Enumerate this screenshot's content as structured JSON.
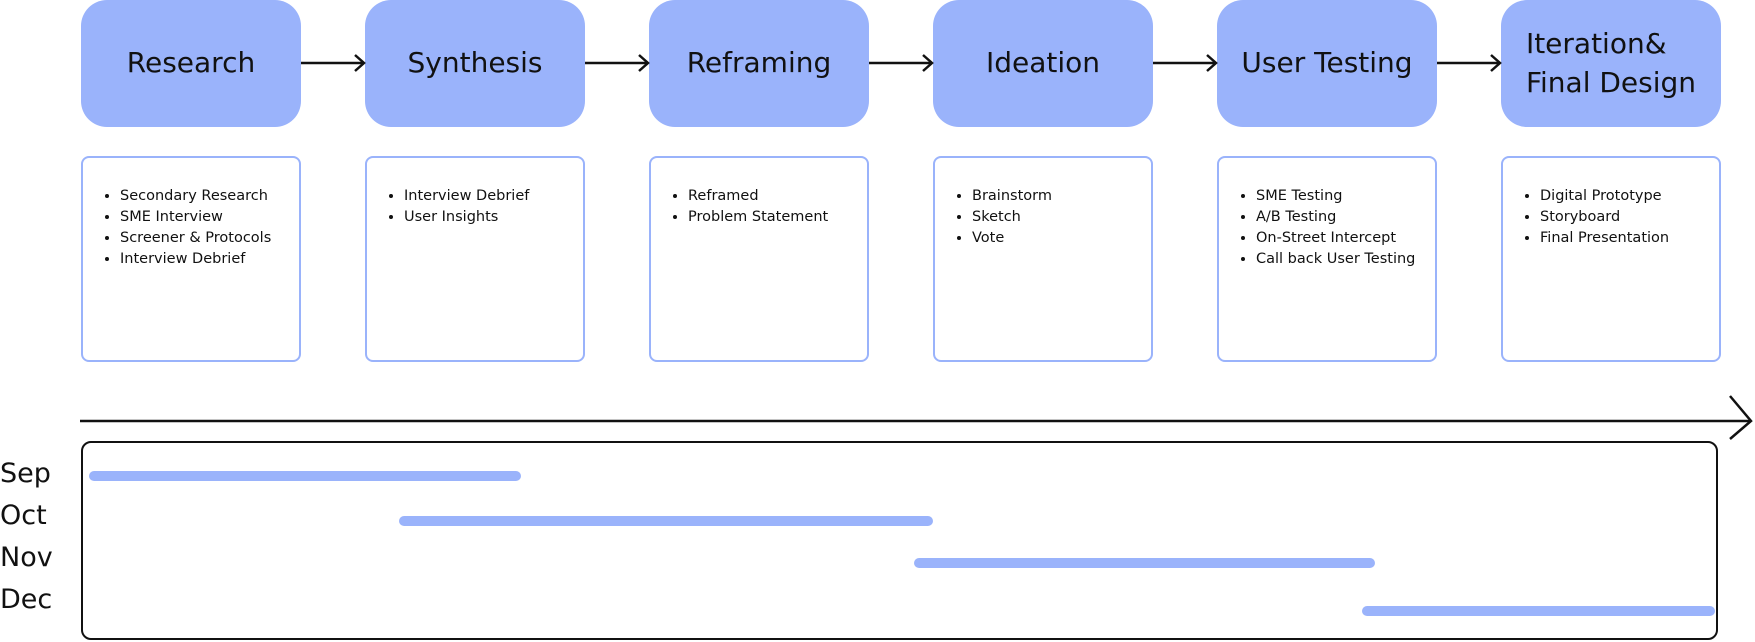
{
  "colors": {
    "accent": "#9ab3fb",
    "ink": "#111111"
  },
  "stages": [
    {
      "title": "Research",
      "items": [
        "Secondary Research",
        "SME Interview",
        "Screener & Protocols",
        "Interview Debrief"
      ]
    },
    {
      "title": "Synthesis",
      "items": [
        "Interview Debrief",
        "User Insights"
      ]
    },
    {
      "title": "Reframing",
      "items": [
        "Reframed",
        "Problem Statement"
      ]
    },
    {
      "title": "Ideation",
      "items": [
        "Brainstorm",
        "Sketch",
        "Vote"
      ]
    },
    {
      "title": "User Testing",
      "items": [
        "SME Testing",
        "A/B Testing",
        "On-Street Intercept",
        "Call back User Testing"
      ]
    },
    {
      "title_lines": [
        "Iteration&",
        "Final Design"
      ],
      "items": [
        "Digital Prototype",
        "Storyboard",
        "Final Presentation"
      ]
    }
  ],
  "timeline": {
    "months": [
      "Sep",
      "Oct",
      "Nov",
      "Dec"
    ]
  }
}
